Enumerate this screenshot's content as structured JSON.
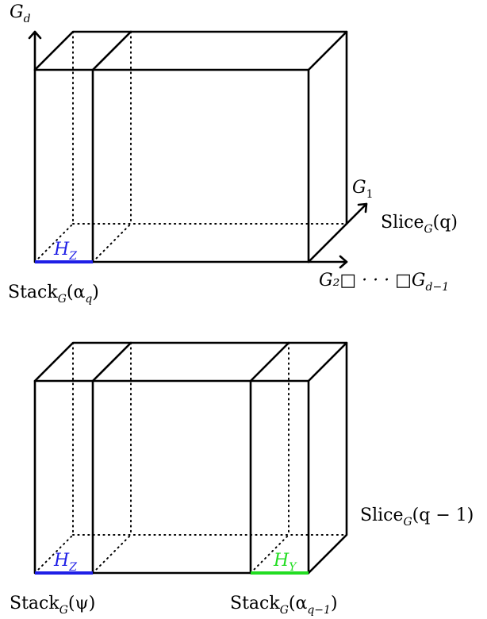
{
  "colors": {
    "hz": "#1f1fe6",
    "hy": "#22dd22",
    "line": "#000000"
  },
  "top": {
    "axes": {
      "gd": {
        "main": "G",
        "sub": "d"
      },
      "g1": {
        "main": "G",
        "sub": "1"
      },
      "g2": {
        "text": "G₂□ · · · □G",
        "sub": "d−1"
      }
    },
    "slice": {
      "main": "Slice",
      "sub": "G",
      "arg": "(q)"
    },
    "stack": {
      "main": "Stack",
      "sub": "G",
      "arg": "(α",
      "arg_sub": "q",
      "close": ")"
    },
    "hz": {
      "main": "H",
      "sub": "Z"
    }
  },
  "bottom": {
    "slice": {
      "main": "Slice",
      "sub": "G",
      "arg": "(q − 1)"
    },
    "stack_left": {
      "main": "Stack",
      "sub": "G",
      "arg": "(ψ)"
    },
    "stack_right": {
      "main": "Stack",
      "sub": "G",
      "arg": "(α",
      "arg_sub": "q−1",
      "close": ")"
    },
    "hz": {
      "main": "H",
      "sub": "Z"
    },
    "hy": {
      "main": "H",
      "sub": "Y"
    }
  }
}
